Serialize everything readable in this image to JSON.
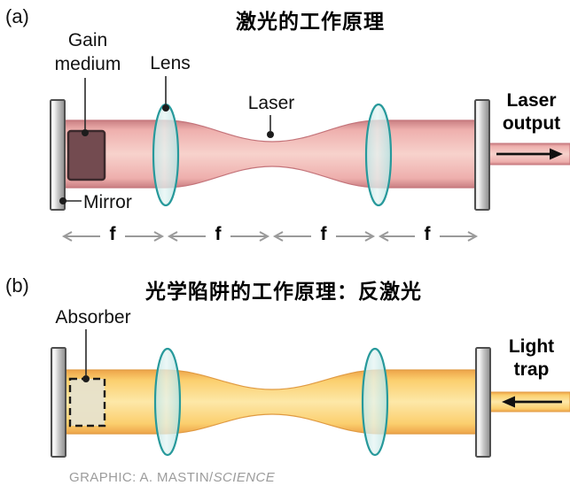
{
  "figure": {
    "panel_a": {
      "tag": "(a)",
      "title": "激光的工作原理",
      "labels": {
        "gain_medium_line1": "Gain",
        "gain_medium_line2": "medium",
        "lens": "Lens",
        "laser": "Laser",
        "mirror": "Mirror",
        "output_line1": "Laser",
        "output_line2": "output"
      },
      "focal_labels": [
        "f",
        "f",
        "f",
        "f"
      ]
    },
    "panel_b": {
      "tag": "(b)",
      "title": "光学陷阱的工作原理：反激光",
      "labels": {
        "absorber": "Absorber",
        "trap_line1": "Light",
        "trap_line2": "trap"
      }
    },
    "credit": {
      "prefix": "GRAPHIC: A. MASTIN/",
      "source": "SCIENCE"
    },
    "colors": {
      "laser_beam_pink": "#f0b5b3",
      "laser_beam_edge": "#c97e82",
      "trap_beam_yellow": "#fbd36e",
      "trap_beam_edge": "#eda449",
      "lens_teal": "#2a9b9c",
      "gain_medium_maroon": "#734b50",
      "absorber_beige": "#e7e2cb",
      "mirror_gray": "#c6c6c6",
      "arrow_gray": "#9a9a9a"
    }
  }
}
